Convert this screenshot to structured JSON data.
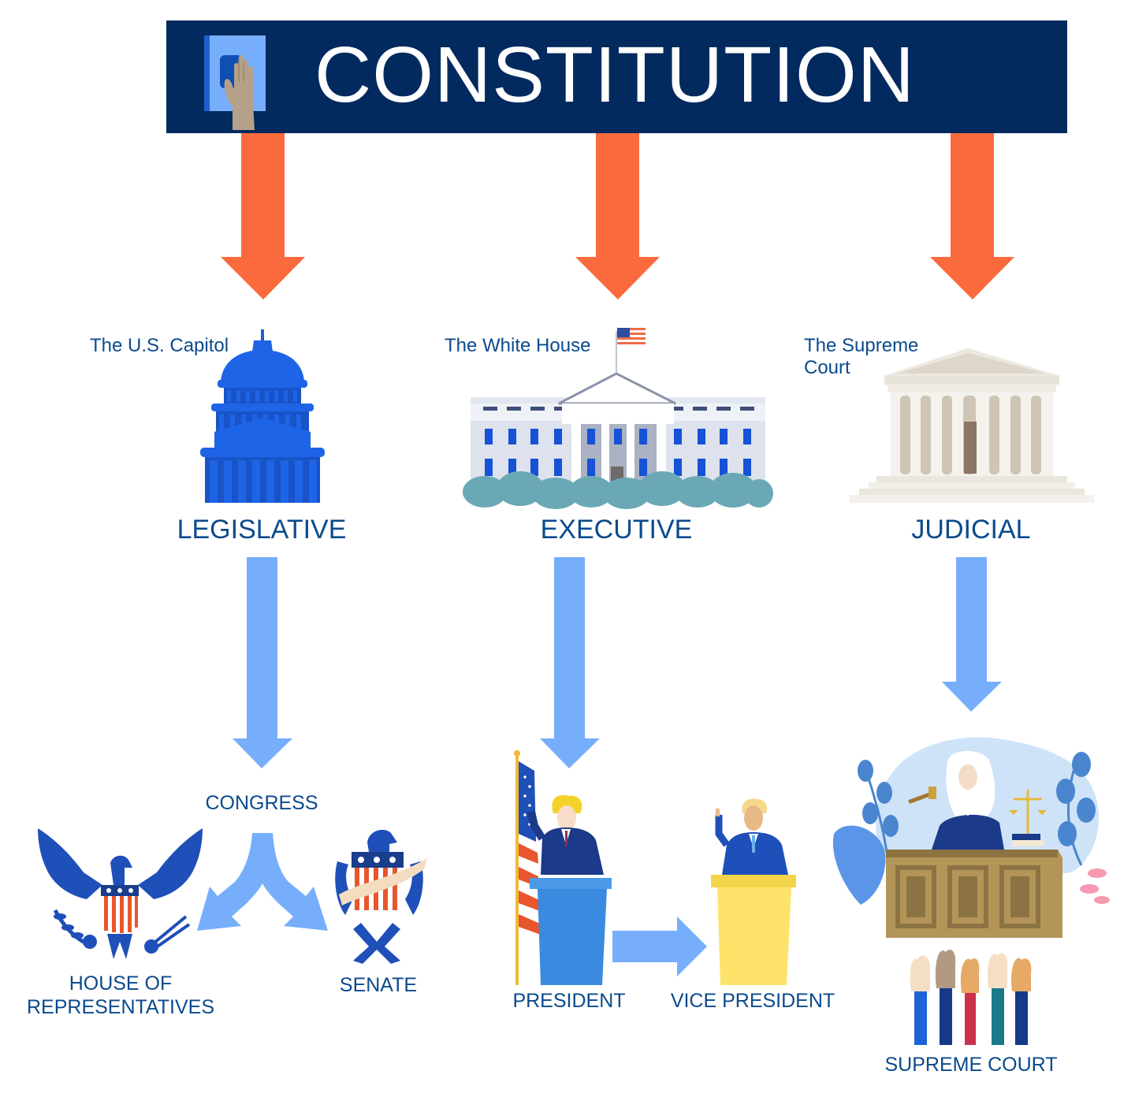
{
  "header": {
    "title": "CONSTITUTION",
    "icon": "hand-on-book-icon",
    "background_color": "#022a5e",
    "text_color": "#ffffff"
  },
  "colors": {
    "primary_arrow": "#fb6a3c",
    "secondary_arrow": "#77aefc",
    "label_text": "#0b4a8c"
  },
  "branches": [
    {
      "id": "legislative",
      "building_caption": "The U.S. Capitol",
      "building_icon": "capitol-building-icon",
      "name": "LEGISLATIVE",
      "body": {
        "label": "CONGRESS",
        "divisions": [
          {
            "label_line1": "HOUSE OF",
            "label_line2": "REPRESENTATIVES",
            "icon": "eagle-seal-icon"
          },
          {
            "label": "SENATE",
            "icon": "senate-seal-icon"
          }
        ]
      }
    },
    {
      "id": "executive",
      "building_caption": "The White House",
      "building_icon": "white-house-icon",
      "name": "EXECUTIVE",
      "roles": [
        {
          "label": "PRESIDENT",
          "icon": "president-podium-icon"
        },
        {
          "label": "VICE PRESIDENT",
          "icon": "vice-president-podium-icon"
        }
      ]
    },
    {
      "id": "judicial",
      "building_caption_line1": "The Supreme",
      "building_caption_line2": "Court",
      "building_icon": "supreme-court-building-icon",
      "name": "JUDICIAL",
      "body": {
        "label": "SUPREME COURT",
        "icon": "judge-bench-icon"
      }
    }
  ]
}
